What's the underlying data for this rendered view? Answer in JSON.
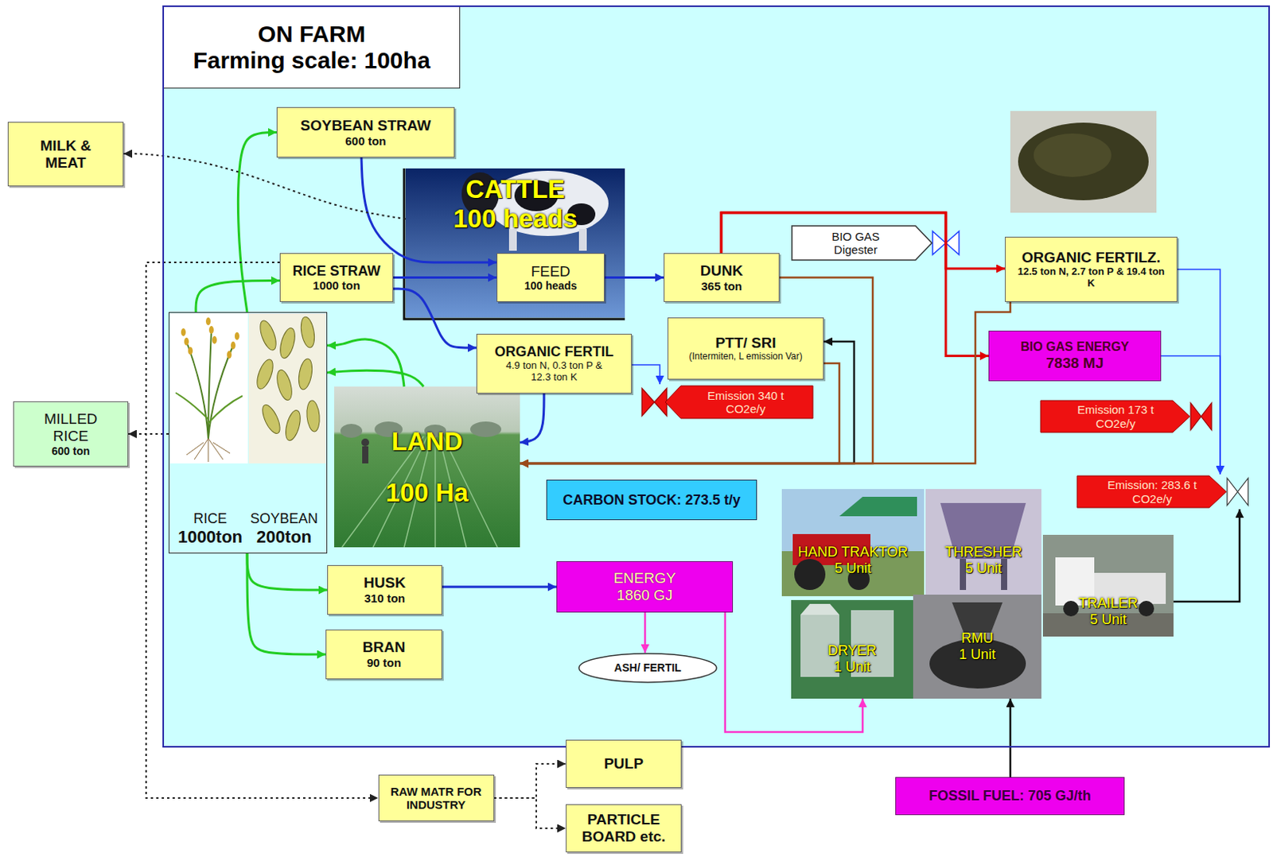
{
  "diagram": {
    "nodes": [
      {
        "text": [
          "ON FARM",
          "Farming scale: 100ha"
        ]
      },
      {
        "text": [
          "SOYBEAN STRAW",
          "600 ton"
        ],
        "in": 0
      },
      {
        "text": [
          "CATTLE",
          "100 heads"
        ],
        "in": 0
      },
      {
        "text": [
          "FEED",
          "100 heads"
        ],
        "in": 2
      },
      {
        "text": [
          "RICE STRAW",
          "1000 ton"
        ],
        "in": 0
      },
      {
        "text": [
          "DUNK",
          "365 ton"
        ],
        "in": 0
      },
      {
        "text": [
          "BIO GAS Digester"
        ],
        "in": 0
      },
      {
        "text": [
          "ORGANIC FERTILZ.",
          "12.5 ton N, 2.7 ton P & 19.4 ton K"
        ],
        "in": 0
      },
      {
        "text": [
          "BIO GAS ENERGY",
          "7838 MJ"
        ],
        "in": 0
      },
      {
        "text": [
          "RICE",
          "1000ton",
          "SOYBEAN",
          "200ton"
        ],
        "in": 0
      },
      {
        "text": [
          "ORGANIC FERTIL",
          "4.9 ton N, 0.3 ton P & 12.3 ton K"
        ],
        "in": 0
      },
      {
        "text": [
          "PTT/ SRI",
          "(Intermiten, L emission Var)"
        ],
        "in": 0
      },
      {
        "text": [
          "LAND",
          "100 Ha"
        ],
        "in": 0
      },
      {
        "text": [
          "Emission 340 t CO2e/y"
        ],
        "in": 0
      },
      {
        "text": [
          "Emission 173 t CO2e/y"
        ],
        "in": 0
      },
      {
        "text": [
          "CARBON STOCK: 273.5 t/y"
        ],
        "in": 0
      },
      {
        "text": [
          "Emission: 283.6 t CO2e/y"
        ],
        "in": 0
      },
      {
        "text": [
          "HUSK",
          "310 ton"
        ],
        "in": 0
      },
      {
        "text": [
          "ENERGY",
          "1860 GJ"
        ],
        "in": 0
      },
      {
        "text": [
          "BRAN",
          "90 ton"
        ],
        "in": 0
      },
      {
        "text": [
          "ASH/ FERTIL"
        ],
        "in": 0
      },
      {
        "text": [
          "HAND TRAKTOR",
          "5 Unit"
        ],
        "in": 0
      },
      {
        "text": [
          "THRESHER",
          "5 Unit"
        ],
        "in": 0
      },
      {
        "text": [
          "TRAILER",
          "5 Unit"
        ],
        "in": 0
      },
      {
        "text": [
          "DRYER",
          "1 Unit"
        ],
        "in": 0
      },
      {
        "text": [
          "RMU",
          "1 Unit"
        ],
        "in": 0
      },
      {
        "text": [
          "MILK & MEAT"
        ]
      },
      {
        "text": [
          "MILLED RICE",
          "600 ton"
        ]
      },
      {
        "text": [
          "RAW MATR FOR INDUSTRY"
        ]
      },
      {
        "text": [
          "PULP"
        ]
      },
      {
        "text": [
          "PARTICLE BOARD etc."
        ]
      },
      {
        "text": [
          "FOSSIL FUEL: 705 GJ/th"
        ]
      }
    ],
    "edges": [
      {
        "from": 9,
        "to": 1,
        "arrow": "to"
      },
      {
        "from": 9,
        "to": 4,
        "arrow": "to"
      },
      {
        "from": 12,
        "to": 9,
        "arrow": "to"
      },
      {
        "from": 12,
        "to": 9,
        "arrow": "to"
      },
      {
        "from": 1,
        "to": 3,
        "arrow": "to"
      },
      {
        "from": 4,
        "to": 3,
        "arrow": "to"
      },
      {
        "from": 4,
        "to": 10,
        "arrow": "to"
      },
      {
        "from": 3,
        "to": 5,
        "arrow": "to"
      },
      {
        "from": 5,
        "to": 7,
        "arrow": "to"
      },
      {
        "from": 5,
        "to": 8,
        "arrow": "to"
      },
      {
        "from": 12,
        "to": 11,
        "arrow": "to"
      },
      {
        "from": 5,
        "to": 12,
        "arrow": "to"
      },
      {
        "from": 7,
        "to": 12,
        "arrow": "to"
      },
      {
        "from": 11,
        "to": 12,
        "arrow": "to"
      },
      {
        "from": 10,
        "to": 12,
        "arrow": "to"
      },
      {
        "from": 10,
        "to": 13,
        "arrow": "to"
      },
      {
        "from": 7,
        "to": 16,
        "arrow": "to"
      },
      {
        "from": 8,
        "to": 16,
        "arrow": "to"
      },
      {
        "from": 23,
        "to": 16,
        "arrow": "to"
      },
      {
        "from": 31,
        "to": 25,
        "arrow": "to"
      },
      {
        "from": 18,
        "to": 20,
        "arrow": "to"
      },
      {
        "from": 18,
        "to": 24,
        "arrow": "to"
      },
      {
        "from": 17,
        "to": 18,
        "arrow": "to"
      },
      {
        "from": 9,
        "to": 17,
        "arrow": "to"
      },
      {
        "from": 9,
        "to": 19,
        "arrow": "to"
      },
      {
        "from": 2,
        "to": 26,
        "arrow": "to"
      },
      {
        "from": 9,
        "to": 27,
        "arrow": "to"
      },
      {
        "from": 4,
        "to": 28,
        "arrow": "to"
      },
      {
        "from": 28,
        "to": 29,
        "arrow": "to"
      },
      {
        "from": 28,
        "to": 30,
        "arrow": "to"
      }
    ]
  }
}
